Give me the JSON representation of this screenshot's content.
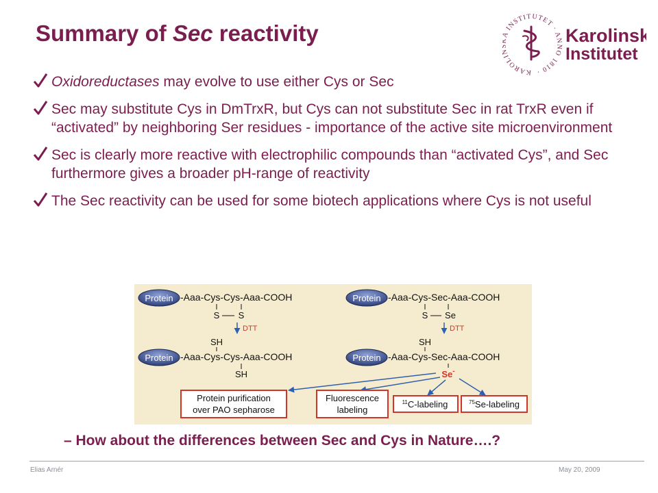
{
  "slide": {
    "title_prefix": "Summary of ",
    "title_em": "Sec",
    "title_suffix": " reactivity"
  },
  "logo": {
    "ring_text": "KAROLINSKA INSTITUTET · ANNO 1810 ·",
    "name_line1": "Karolinska",
    "name_line2": "Institutet",
    "color": "#7b1e4f"
  },
  "bullets": [
    {
      "em": "Oxidoreductases",
      "text": " may evolve to use either Cys or Sec"
    },
    {
      "em": "",
      "text": "Sec may substitute Cys in DmTrxR, but Cys can not substitute Sec in rat TrxR even if “activated” by neighboring Ser residues - importance of the active site microenvironment"
    },
    {
      "em": "",
      "text": "Sec is clearly more reactive with electrophilic compounds than “activated Cys”, and Sec furthermore gives a broader pH-range of reactivity"
    },
    {
      "em": "",
      "text": "The Sec reactivity can be used for some biotech applications where Cys is not useful"
    }
  ],
  "diagram": {
    "protein_label": "Protein",
    "left_top_seq": "-Aaa-Cys-Cys-Aaa-COOH",
    "left_bottom_seq": "-Aaa-Cys-Cys-Aaa-COOH",
    "right_top_seq": "-Aaa-Cys-Sec-Aaa-COOH",
    "right_bottom_seq": "-Aaa-Cys-Sec-Aaa-COOH",
    "left_s1": "S",
    "left_s2": "S",
    "right_s": "S",
    "right_se": "Se",
    "reagent": "DTT",
    "left_sh_top": "SH",
    "left_sh_bottom": "SH",
    "right_sh": "SH",
    "selenolate": "Se",
    "selenolate_charge": "-",
    "box1_line1": "Protein purification",
    "box1_line2": "over PAO sepharose",
    "box2_line1": "Fluorescence",
    "box2_line2": "labeling",
    "box3_mass": "11",
    "box3_label": "C-labeling",
    "box4_mass": "75",
    "box4_label": "Se-labeling",
    "colors": {
      "background": "#f5eccf",
      "protein": "#3c4f86",
      "arrow": "#2f5fb0",
      "box_border": "#d0352b",
      "red_text": "#d0352b"
    }
  },
  "question": "– How about the differences between Sec and Cys in Nature….?",
  "footer": {
    "author": "Elias Arnér",
    "date": "May 20, 2009"
  },
  "colors": {
    "accent": "#7b1e4f",
    "footer_text": "#8a8f96"
  }
}
